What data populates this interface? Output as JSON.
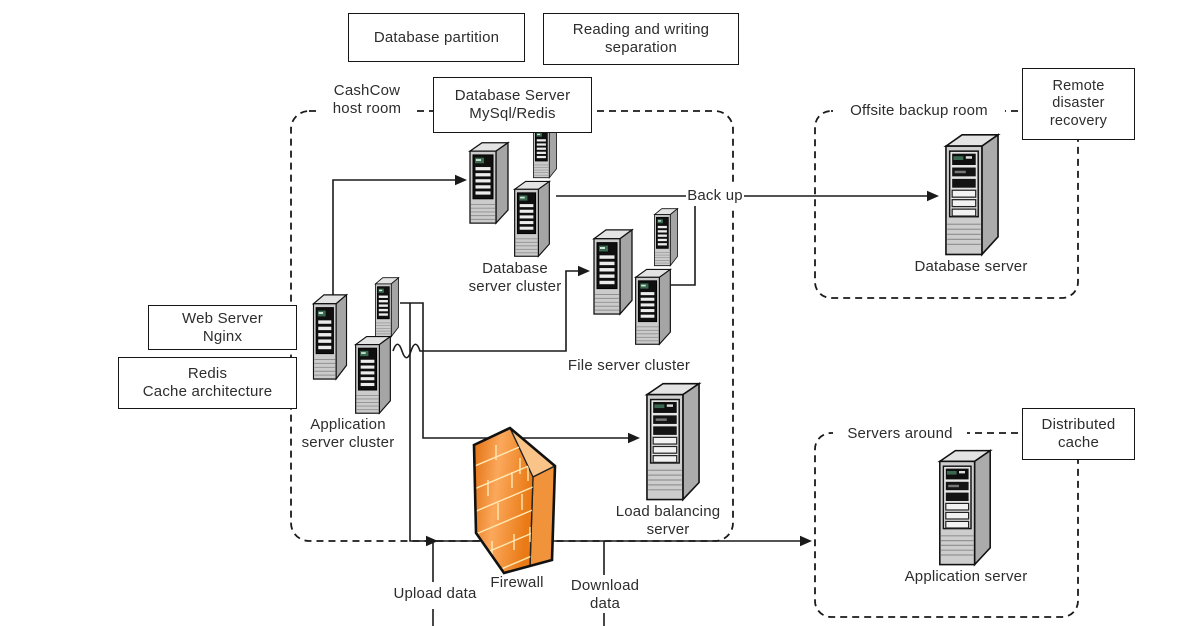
{
  "labels": {
    "database_partition": "Database partition",
    "reading_writing_separation": "Reading and writing\nseparation",
    "cashcow_room": "CashCow\nhost room",
    "database_server_box": "Database Server\nMySql/Redis",
    "web_server_box": "Web Server\nNginx",
    "redis_box": "Redis\nCache architecture",
    "database_cluster": "Database\nserver cluster",
    "file_cluster": "File server cluster",
    "application_cluster": "Application\nserver cluster",
    "load_balancing_server": "Load balancing\nserver",
    "firewall": "Firewall",
    "back_up": "Back up",
    "upload_data": "Upload data",
    "download_data": "Download\ndata",
    "offsite_room": "Offsite backup room",
    "remote_disaster_recovery": "Remote\ndisaster\nrecovery",
    "offsite_database_server": "Database server",
    "servers_around_room": "Servers around",
    "distributed_cache": "Distributed\ncache",
    "around_application_server": "Application server"
  },
  "colors": {
    "background": "#ffffff",
    "line": "#1a1a1a",
    "firewall_orange": "#EF8020",
    "firewall_side": "#F0933B",
    "firewall_top": "#FAC489",
    "brick_mortar": "#FFE9B3",
    "server_front": "#cbcbcb",
    "server_side": "#a5a5a5",
    "server_panel": "#0f0f0f",
    "server_screen_green": "#3a6850"
  }
}
